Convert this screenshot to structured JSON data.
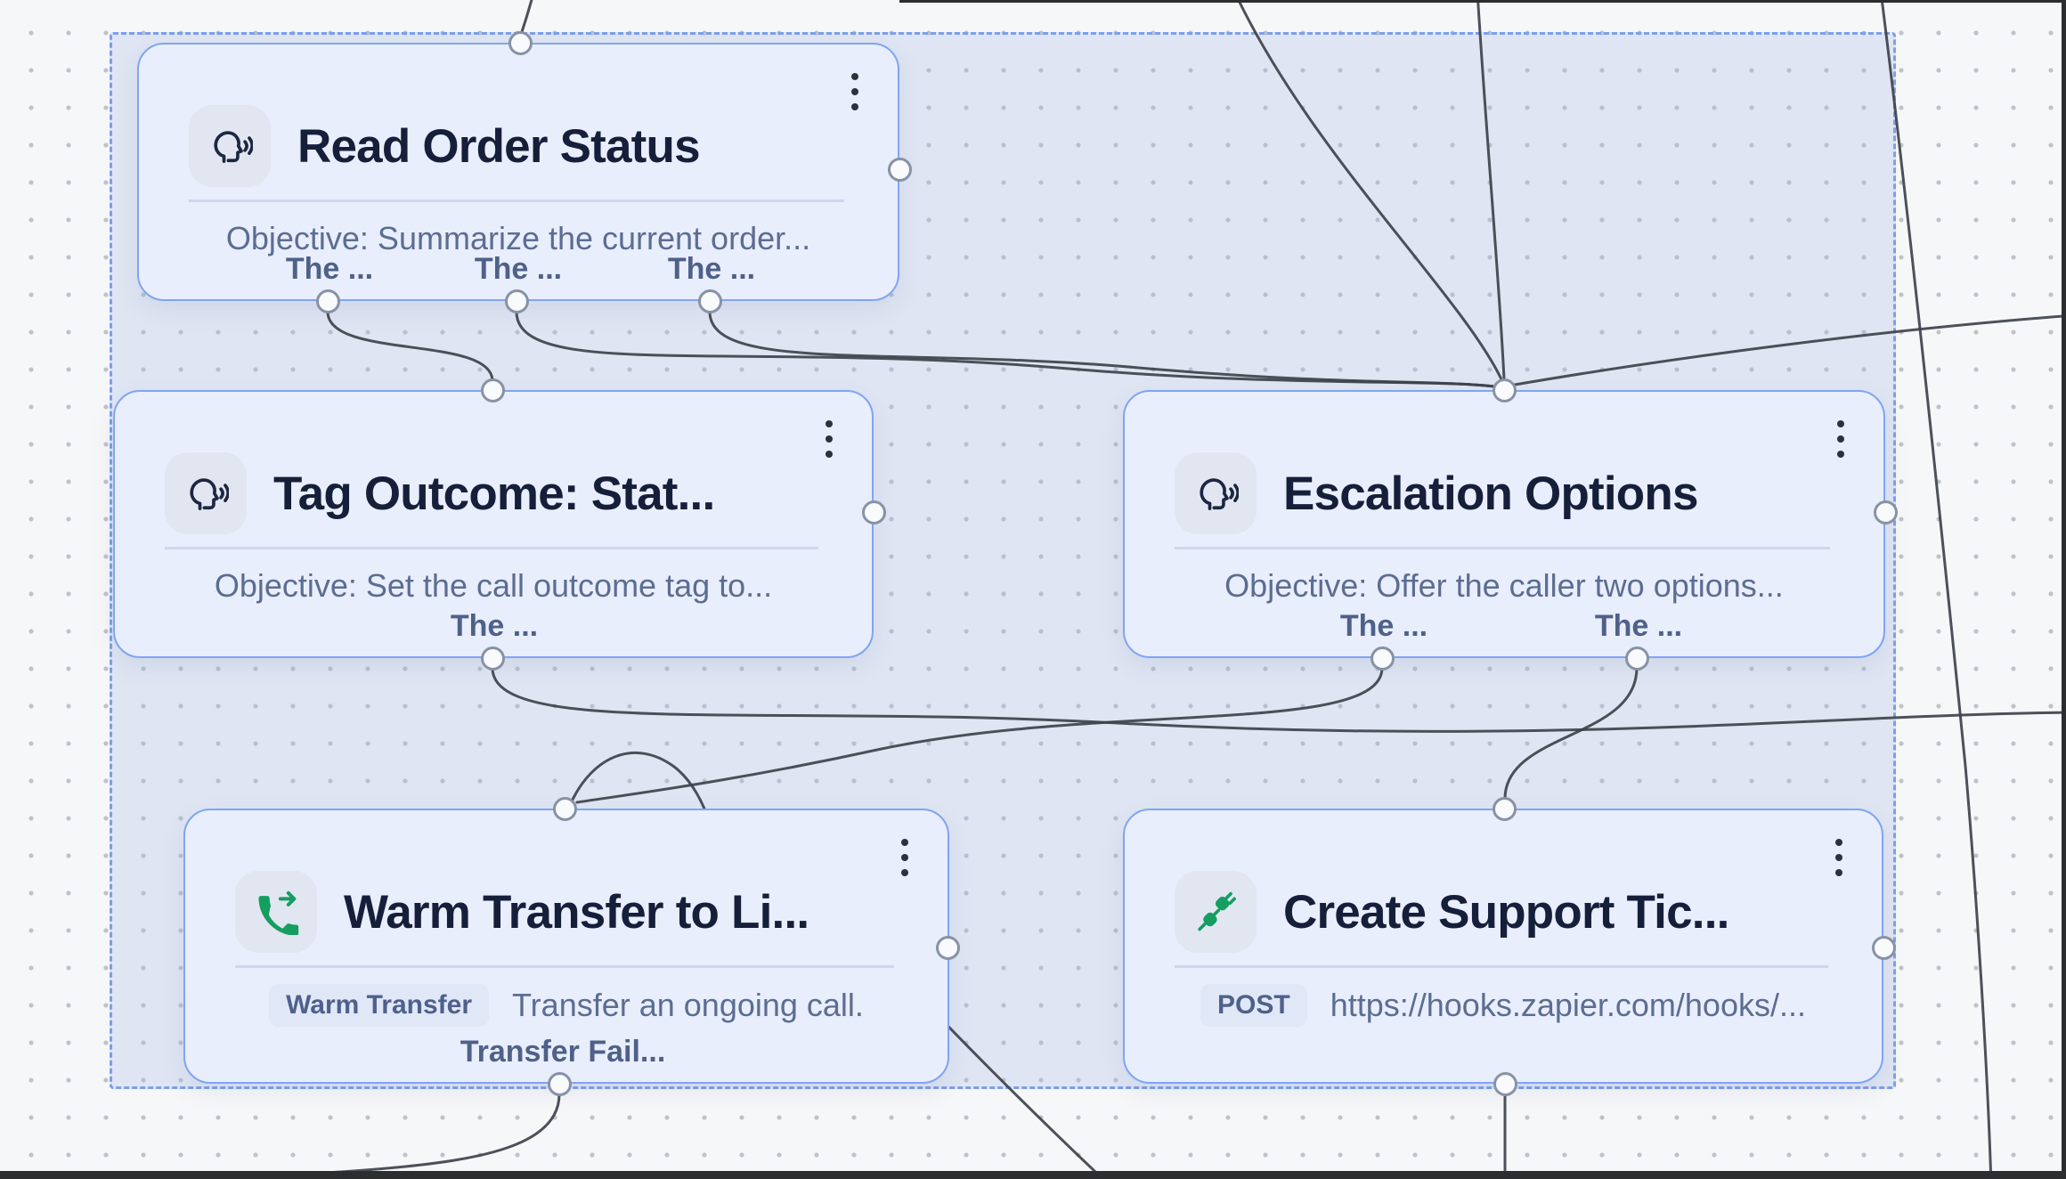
{
  "app": {
    "view": "workflow-canvas"
  },
  "colors": {
    "canvas_bg": "#f6f7f8",
    "selection_fill": "#dfe5f4",
    "selection_border": "#7b9ff0",
    "node_bg": "#e9eefc",
    "node_border": "#7fa5f2",
    "edge": "#3d424b",
    "title_text": "#161f3a",
    "secondary_text": "#5c6d92",
    "accent_green": "#149e62",
    "handle_border": "#8792a5"
  },
  "nodes": [
    {
      "title": "Read Order Status",
      "icon": "voice-icon",
      "description": "Objective: Summarize the current order...",
      "branches": [
        "The ...",
        "The ...",
        "The ..."
      ]
    },
    {
      "title": "Tag Outcome: Stat...",
      "icon": "voice-icon",
      "description": "Objective: Set the call outcome tag to...",
      "branches": [
        "The ..."
      ]
    },
    {
      "title": "Escalation Options",
      "icon": "voice-icon",
      "description": "Objective: Offer the caller two options...",
      "branches": [
        "The ...",
        "The ..."
      ]
    },
    {
      "title": "Warm Transfer to Li...",
      "icon": "phone-forward-icon",
      "badge": "Warm Transfer",
      "description": "Transfer an ongoing call.",
      "branches": [
        "Transfer Fail..."
      ]
    },
    {
      "title": "Create Support Tic...",
      "icon": "api-connector-icon",
      "badge": "POST",
      "description": "https://hooks.zapier.com/hooks/..."
    }
  ]
}
